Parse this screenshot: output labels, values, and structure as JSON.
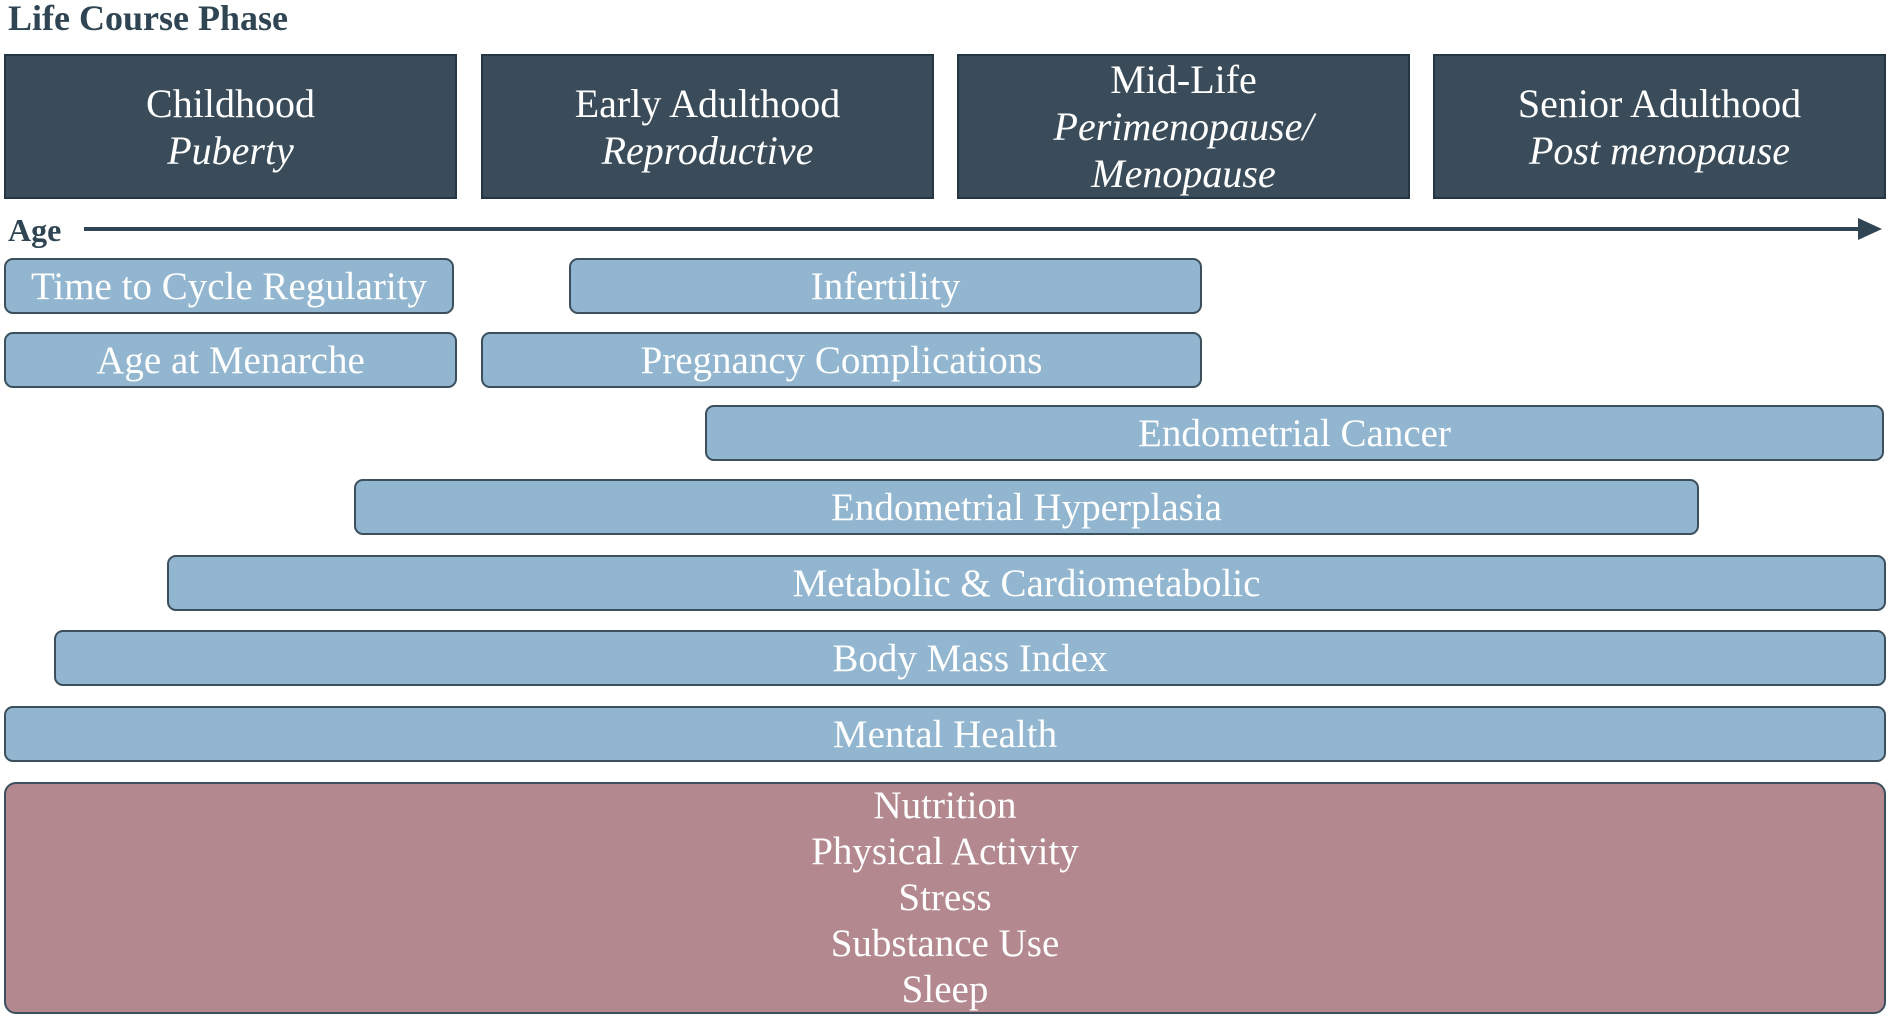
{
  "title": "Life Course Phase",
  "axis_label": "Age",
  "phases": [
    {
      "name": "Childhood",
      "sub": "Puberty"
    },
    {
      "name": "Early Adulthood",
      "sub": "Reproductive"
    },
    {
      "name": "Mid-Life",
      "sub": "Perimenopause/ Menopause"
    },
    {
      "name": "Senior Adulthood",
      "sub": "Post menopause"
    }
  ],
  "bars": [
    "Time to Cycle Regularity",
    "Infertility",
    "Age at Menarche",
    "Pregnancy Complications",
    "Endometrial Cancer",
    "Endometrial Hyperplasia",
    "Metabolic & Cardiometabolic",
    "Body Mass Index",
    "Mental Health"
  ],
  "lifestyle": [
    "Nutrition",
    "Physical Activity",
    "Stress",
    "Substance Use",
    "Sleep"
  ],
  "colors": {
    "phase_box": "#3a4c5a",
    "outcome_bar": "#92b6d0",
    "lifestyle_box": "#b3888f",
    "text_dark": "#2f4553"
  }
}
